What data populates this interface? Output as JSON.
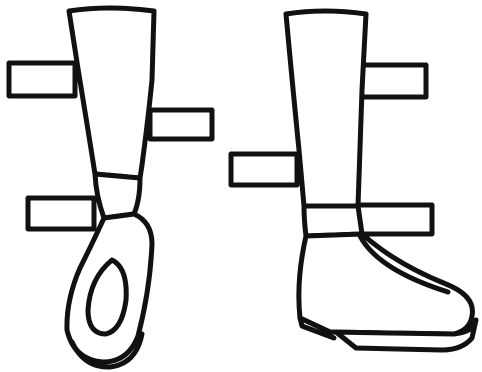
{
  "illustration": {
    "subject": "two-legs-with-leg-splints",
    "colors": {
      "line": "#111111",
      "background": "#ffffff"
    },
    "legs": [
      {
        "id": "left-leg",
        "view": "front",
        "splint_bars": 3
      },
      {
        "id": "right-leg",
        "view": "side",
        "splint_bars": 3
      }
    ]
  }
}
